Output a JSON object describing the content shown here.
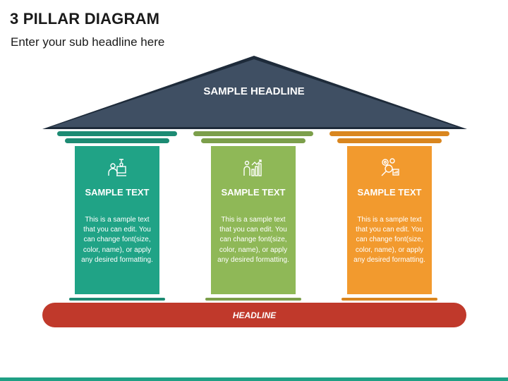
{
  "title": "3 PILLAR DIAGRAM",
  "subtitle": "Enter your sub headline here",
  "roof": {
    "label": "SAMPLE HEADLINE",
    "color": "#3f4f63"
  },
  "pillars": [
    {
      "title": "SAMPLE TEXT",
      "body": "This is a sample text that you can edit. You can change font(size, color, name), or apply any desired formatting.",
      "color": "#20a386",
      "accent": "#1d8b73",
      "icon": "presenter-chess-icon"
    },
    {
      "title": "SAMPLE TEXT",
      "body": "This is a sample text that you can edit. You can change font(size, color, name), or apply any desired formatting.",
      "color": "#8fb857",
      "accent": "#7c9f4b",
      "icon": "growth-chart-team-icon"
    },
    {
      "title": "SAMPLE TEXT",
      "body": "This is a sample text that you can edit. You can change font(size, color, name), or apply any desired formatting.",
      "color": "#f29a2e",
      "accent": "#d9861f",
      "icon": "analysis-gears-icon"
    }
  ],
  "base": {
    "label": "HEADLINE",
    "color": "#c0392b"
  },
  "footer_color": "#1f9f84"
}
